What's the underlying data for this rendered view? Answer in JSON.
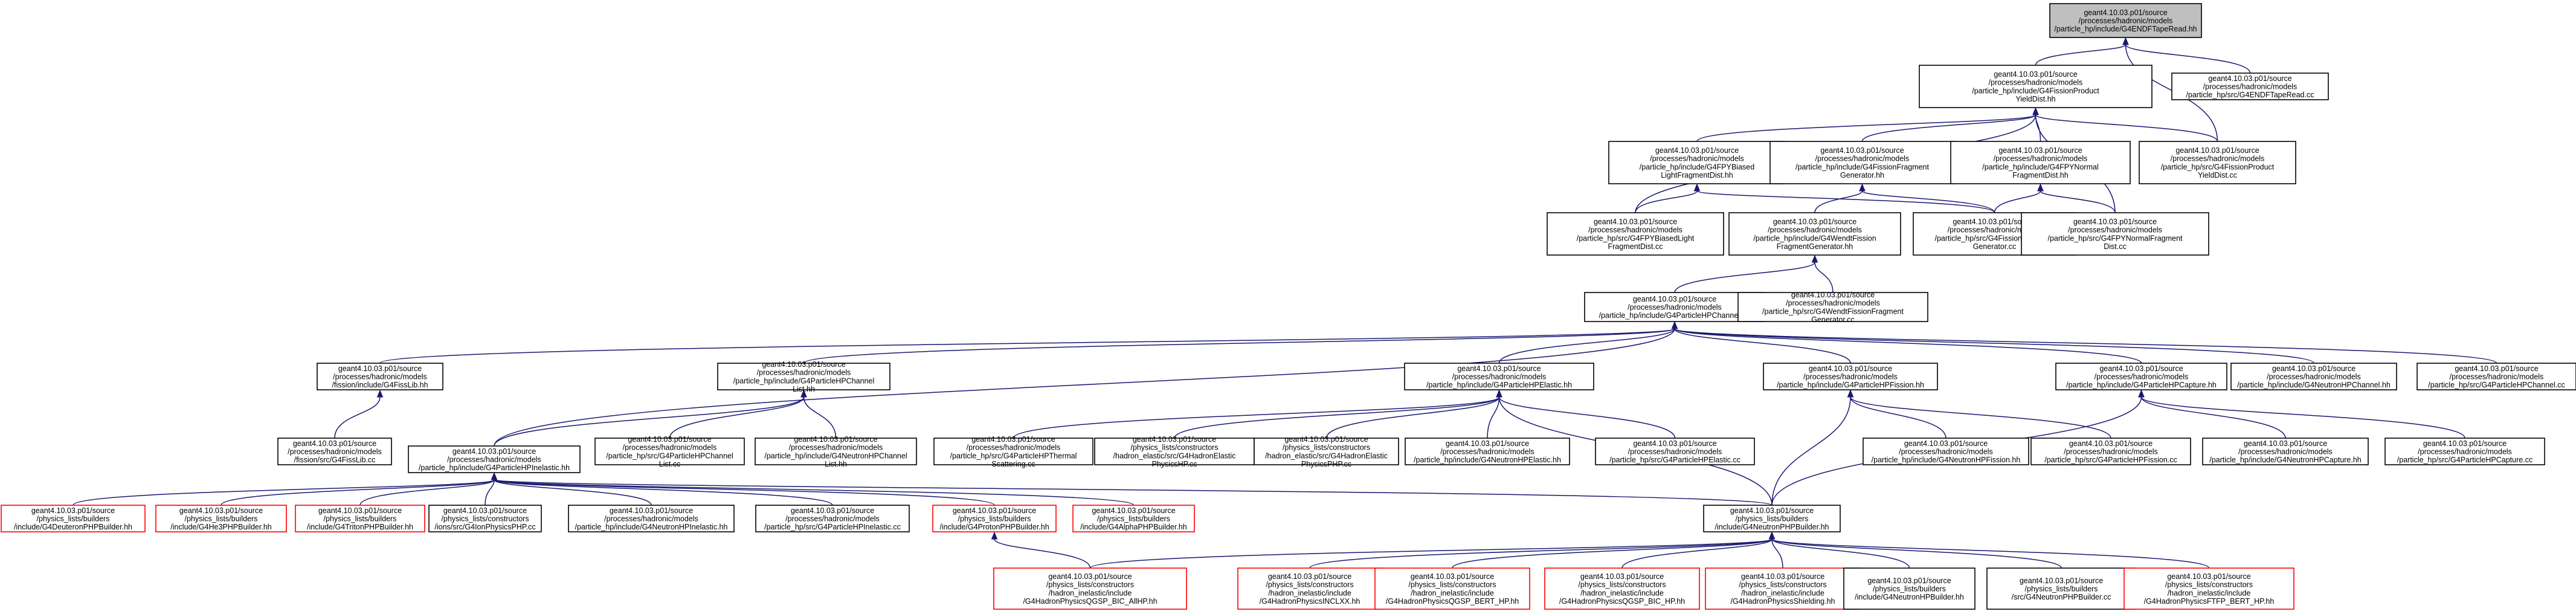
{
  "colors": {
    "edge": "#191970",
    "root_fill": "#bfbfbf",
    "normal_border": "#000000",
    "undoc_border": "#ff0000"
  },
  "nodes": [
    {
      "id": "n0",
      "label": [
        "geant4.10.03.p01/source",
        "/processes/hadronic/models",
        "/particle_hp/include/G4ENDFTapeRead.hh"
      ],
      "style": "root"
    },
    {
      "id": "n1",
      "label": [
        "geant4.10.03.p01/source",
        "/processes/hadronic/models",
        "/particle_hp/include/G4FissionProduct",
        "YieldDist.hh"
      ],
      "style": "normal"
    },
    {
      "id": "n2",
      "label": [
        "geant4.10.03.p01/source",
        "/processes/hadronic/models",
        "/particle_hp/src/G4ENDFTapeRead.cc"
      ],
      "style": "normal"
    },
    {
      "id": "n3",
      "label": [
        "geant4.10.03.p01/source",
        "/processes/hadronic/models",
        "/particle_hp/include/G4FPYBiased",
        "LightFragmentDist.hh"
      ],
      "style": "normal"
    },
    {
      "id": "n4",
      "label": [
        "geant4.10.03.p01/source",
        "/processes/hadronic/models",
        "/particle_hp/include/G4FissionFragment",
        "Generator.hh"
      ],
      "style": "normal"
    },
    {
      "id": "n5",
      "label": [
        "geant4.10.03.p01/source",
        "/processes/hadronic/models",
        "/particle_hp/include/G4FPYNormal",
        "FragmentDist.hh"
      ],
      "style": "normal"
    },
    {
      "id": "n6",
      "label": [
        "geant4.10.03.p01/source",
        "/processes/hadronic/models",
        "/particle_hp/src/G4FissionProduct",
        "YieldDist.cc"
      ],
      "style": "normal"
    },
    {
      "id": "n7",
      "label": [
        "geant4.10.03.p01/source",
        "/processes/hadronic/models",
        "/particle_hp/src/G4FPYBiasedLight",
        "FragmentDist.cc"
      ],
      "style": "normal"
    },
    {
      "id": "n8",
      "label": [
        "geant4.10.03.p01/source",
        "/processes/hadronic/models",
        "/particle_hp/include/G4WendtFission",
        "FragmentGenerator.hh"
      ],
      "style": "normal"
    },
    {
      "id": "n9",
      "label": [
        "geant4.10.03.p01/source",
        "/processes/hadronic/models",
        "/particle_hp/src/G4FissionFragment",
        "Generator.cc"
      ],
      "style": "normal"
    },
    {
      "id": "n10",
      "label": [
        "geant4.10.03.p01/source",
        "/processes/hadronic/models",
        "/particle_hp/src/G4FPYNormalFragment",
        "Dist.cc"
      ],
      "style": "normal"
    },
    {
      "id": "n11",
      "label": [
        "geant4.10.03.p01/source",
        "/processes/hadronic/models",
        "/particle_hp/include/G4ParticleHPChannel.hh"
      ],
      "style": "normal"
    },
    {
      "id": "n12",
      "label": [
        "geant4.10.03.p01/source",
        "/processes/hadronic/models",
        "/particle_hp/src/G4WendtFissionFragment",
        "Generator.cc"
      ],
      "style": "normal"
    },
    {
      "id": "n13",
      "label": [
        "geant4.10.03.p01/source",
        "/processes/hadronic/models",
        "/fission/include/G4FissLib.hh"
      ],
      "style": "normal"
    },
    {
      "id": "n14",
      "label": [
        "geant4.10.03.p01/source",
        "/processes/hadronic/models",
        "/particle_hp/include/G4ParticleHPChannel",
        "List.hh"
      ],
      "style": "normal"
    },
    {
      "id": "n15",
      "label": [
        "geant4.10.03.p01/source",
        "/processes/hadronic/models",
        "/particle_hp/include/G4ParticleHPElastic.hh"
      ],
      "style": "normal"
    },
    {
      "id": "n16",
      "label": [
        "geant4.10.03.p01/source",
        "/processes/hadronic/models",
        "/particle_hp/include/G4ParticleHPFission.hh"
      ],
      "style": "normal"
    },
    {
      "id": "n17",
      "label": [
        "geant4.10.03.p01/source",
        "/processes/hadronic/models",
        "/particle_hp/include/G4ParticleHPCapture.hh"
      ],
      "style": "normal"
    },
    {
      "id": "n18",
      "label": [
        "geant4.10.03.p01/source",
        "/processes/hadronic/models",
        "/particle_hp/include/G4NeutronHPChannel.hh"
      ],
      "style": "normal"
    },
    {
      "id": "n19",
      "label": [
        "geant4.10.03.p01/source",
        "/processes/hadronic/models",
        "/particle_hp/src/G4ParticleHPChannel.cc"
      ],
      "style": "normal"
    },
    {
      "id": "n20",
      "label": [
        "geant4.10.03.p01/source",
        "/processes/hadronic/models",
        "/fission/src/G4FissLib.cc"
      ],
      "style": "normal"
    },
    {
      "id": "n21",
      "label": [
        "geant4.10.03.p01/source",
        "/processes/hadronic/models",
        "/particle_hp/include/G4ParticleHPInelastic.hh"
      ],
      "style": "normal"
    },
    {
      "id": "n22",
      "label": [
        "geant4.10.03.p01/source",
        "/processes/hadronic/models",
        "/particle_hp/src/G4ParticleHPChannel",
        "List.cc"
      ],
      "style": "normal"
    },
    {
      "id": "n23",
      "label": [
        "geant4.10.03.p01/source",
        "/processes/hadronic/models",
        "/particle_hp/include/G4NeutronHPChannel",
        "List.hh"
      ],
      "style": "normal"
    },
    {
      "id": "n24",
      "label": [
        "geant4.10.03.p01/source",
        "/processes/hadronic/models",
        "/particle_hp/src/G4ParticleHPThermal",
        "Scattering.cc"
      ],
      "style": "normal"
    },
    {
      "id": "n25",
      "label": [
        "geant4.10.03.p01/source",
        "/physics_lists/constructors",
        "/hadron_elastic/src/G4HadronElastic",
        "PhysicsHP.cc"
      ],
      "style": "normal"
    },
    {
      "id": "n26",
      "label": [
        "geant4.10.03.p01/source",
        "/physics_lists/constructors",
        "/hadron_elastic/src/G4HadronElastic",
        "PhysicsPHP.cc"
      ],
      "style": "normal"
    },
    {
      "id": "n27",
      "label": [
        "geant4.10.03.p01/source",
        "/processes/hadronic/models",
        "/particle_hp/include/G4NeutronHPElastic.hh"
      ],
      "style": "normal"
    },
    {
      "id": "n28",
      "label": [
        "geant4.10.03.p01/source",
        "/processes/hadronic/models",
        "/particle_hp/src/G4ParticleHPElastic.cc"
      ],
      "style": "normal"
    },
    {
      "id": "n29",
      "label": [
        "geant4.10.03.p01/source",
        "/processes/hadronic/models",
        "/particle_hp/include/G4NeutronHPFission.hh"
      ],
      "style": "normal"
    },
    {
      "id": "n30",
      "label": [
        "geant4.10.03.p01/source",
        "/processes/hadronic/models",
        "/particle_hp/src/G4ParticleHPFission.cc"
      ],
      "style": "normal"
    },
    {
      "id": "n31",
      "label": [
        "geant4.10.03.p01/source",
        "/processes/hadronic/models",
        "/particle_hp/include/G4NeutronHPCapture.hh"
      ],
      "style": "normal"
    },
    {
      "id": "n32",
      "label": [
        "geant4.10.03.p01/source",
        "/processes/hadronic/models",
        "/particle_hp/src/G4ParticleHPCapture.cc"
      ],
      "style": "normal"
    },
    {
      "id": "n33",
      "label": [
        "geant4.10.03.p01/source",
        "/physics_lists/builders",
        "/include/G4DeuteronPHPBuilder.hh"
      ],
      "style": "undoc"
    },
    {
      "id": "n34",
      "label": [
        "geant4.10.03.p01/source",
        "/physics_lists/builders",
        "/include/G4He3PHPBuilder.hh"
      ],
      "style": "undoc"
    },
    {
      "id": "n35",
      "label": [
        "geant4.10.03.p01/source",
        "/physics_lists/builders",
        "/include/G4TritonPHPBuilder.hh"
      ],
      "style": "undoc"
    },
    {
      "id": "n36",
      "label": [
        "geant4.10.03.p01/source",
        "/physics_lists/constructors",
        "/ions/src/G4IonPhysicsPHP.cc"
      ],
      "style": "normal"
    },
    {
      "id": "n37",
      "label": [
        "geant4.10.03.p01/source",
        "/processes/hadronic/models",
        "/particle_hp/include/G4NeutronHPInelastic.hh"
      ],
      "style": "normal"
    },
    {
      "id": "n38",
      "label": [
        "geant4.10.03.p01/source",
        "/processes/hadronic/models",
        "/particle_hp/src/G4ParticleHPInelastic.cc"
      ],
      "style": "normal"
    },
    {
      "id": "n39",
      "label": [
        "geant4.10.03.p01/source",
        "/physics_lists/builders",
        "/include/G4ProtonPHPBuilder.hh"
      ],
      "style": "undoc"
    },
    {
      "id": "n40",
      "label": [
        "geant4.10.03.p01/source",
        "/physics_lists/builders",
        "/include/G4AlphaPHPBuilder.hh"
      ],
      "style": "undoc"
    },
    {
      "id": "n41",
      "label": [
        "geant4.10.03.p01/source",
        "/physics_lists/builders",
        "/include/G4NeutronPHPBuilder.hh"
      ],
      "style": "normal"
    },
    {
      "id": "n42",
      "label": [
        "geant4.10.03.p01/source",
        "/physics_lists/constructors",
        "/hadron_inelastic/include",
        "/G4HadronPhysicsQGSP_BIC_AllHP.hh"
      ],
      "style": "undoc"
    },
    {
      "id": "n43",
      "label": [
        "geant4.10.03.p01/source",
        "/physics_lists/constructors",
        "/hadron_inelastic/include",
        "/G4HadronPhysicsINCLXX.hh"
      ],
      "style": "undoc"
    },
    {
      "id": "n44",
      "label": [
        "geant4.10.03.p01/source",
        "/physics_lists/constructors",
        "/hadron_inelastic/include",
        "/G4HadronPhysicsQGSP_BERT_HP.hh"
      ],
      "style": "undoc"
    },
    {
      "id": "n45",
      "label": [
        "geant4.10.03.p01/source",
        "/physics_lists/constructors",
        "/hadron_inelastic/include",
        "/G4HadronPhysicsQGSP_BIC_HP.hh"
      ],
      "style": "undoc"
    },
    {
      "id": "n46",
      "label": [
        "geant4.10.03.p01/source",
        "/physics_lists/constructors",
        "/hadron_inelastic/include",
        "/G4HadronPhysicsShielding.hh"
      ],
      "style": "undoc"
    },
    {
      "id": "n47",
      "label": [
        "geant4.10.03.p01/source",
        "/physics_lists/builders",
        "/include/G4NeutronHPBuilder.hh"
      ],
      "style": "normal"
    },
    {
      "id": "n48",
      "label": [
        "geant4.10.03.p01/source",
        "/physics_lists/builders",
        "/src/G4NeutronPHPBuilder.cc"
      ],
      "style": "normal"
    },
    {
      "id": "n49",
      "label": [
        "geant4.10.03.p01/source",
        "/physics_lists/constructors",
        "/hadron_inelastic/include",
        "/G4HadronPhysicsFTFP_BERT_HP.hh"
      ],
      "style": "undoc"
    }
  ],
  "edges": [
    [
      "n0",
      "n1"
    ],
    [
      "n0",
      "n2"
    ],
    [
      "n0",
      "n6"
    ],
    [
      "n1",
      "n3"
    ],
    [
      "n1",
      "n4"
    ],
    [
      "n1",
      "n5"
    ],
    [
      "n1",
      "n6"
    ],
    [
      "n1",
      "n7"
    ],
    [
      "n1",
      "n10"
    ],
    [
      "n3",
      "n7"
    ],
    [
      "n3",
      "n9"
    ],
    [
      "n4",
      "n8"
    ],
    [
      "n4",
      "n9"
    ],
    [
      "n5",
      "n9"
    ],
    [
      "n5",
      "n10"
    ],
    [
      "n8",
      "n11"
    ],
    [
      "n8",
      "n12"
    ],
    [
      "n11",
      "n13"
    ],
    [
      "n11",
      "n14"
    ],
    [
      "n11",
      "n15"
    ],
    [
      "n11",
      "n16"
    ],
    [
      "n11",
      "n17"
    ],
    [
      "n11",
      "n18"
    ],
    [
      "n11",
      "n19"
    ],
    [
      "n11",
      "n21"
    ],
    [
      "n13",
      "n20"
    ],
    [
      "n14",
      "n21"
    ],
    [
      "n14",
      "n22"
    ],
    [
      "n14",
      "n23"
    ],
    [
      "n15",
      "n24"
    ],
    [
      "n15",
      "n25"
    ],
    [
      "n15",
      "n26"
    ],
    [
      "n15",
      "n27"
    ],
    [
      "n15",
      "n28"
    ],
    [
      "n15",
      "n41"
    ],
    [
      "n16",
      "n29"
    ],
    [
      "n16",
      "n30"
    ],
    [
      "n16",
      "n41"
    ],
    [
      "n17",
      "n31"
    ],
    [
      "n17",
      "n32"
    ],
    [
      "n17",
      "n41"
    ],
    [
      "n21",
      "n33"
    ],
    [
      "n21",
      "n34"
    ],
    [
      "n21",
      "n35"
    ],
    [
      "n21",
      "n36"
    ],
    [
      "n21",
      "n37"
    ],
    [
      "n21",
      "n38"
    ],
    [
      "n21",
      "n39"
    ],
    [
      "n21",
      "n40"
    ],
    [
      "n21",
      "n41"
    ],
    [
      "n39",
      "n42"
    ],
    [
      "n41",
      "n42"
    ],
    [
      "n41",
      "n43"
    ],
    [
      "n41",
      "n44"
    ],
    [
      "n41",
      "n45"
    ],
    [
      "n41",
      "n46"
    ],
    [
      "n41",
      "n47"
    ],
    [
      "n41",
      "n48"
    ],
    [
      "n41",
      "n49"
    ]
  ]
}
